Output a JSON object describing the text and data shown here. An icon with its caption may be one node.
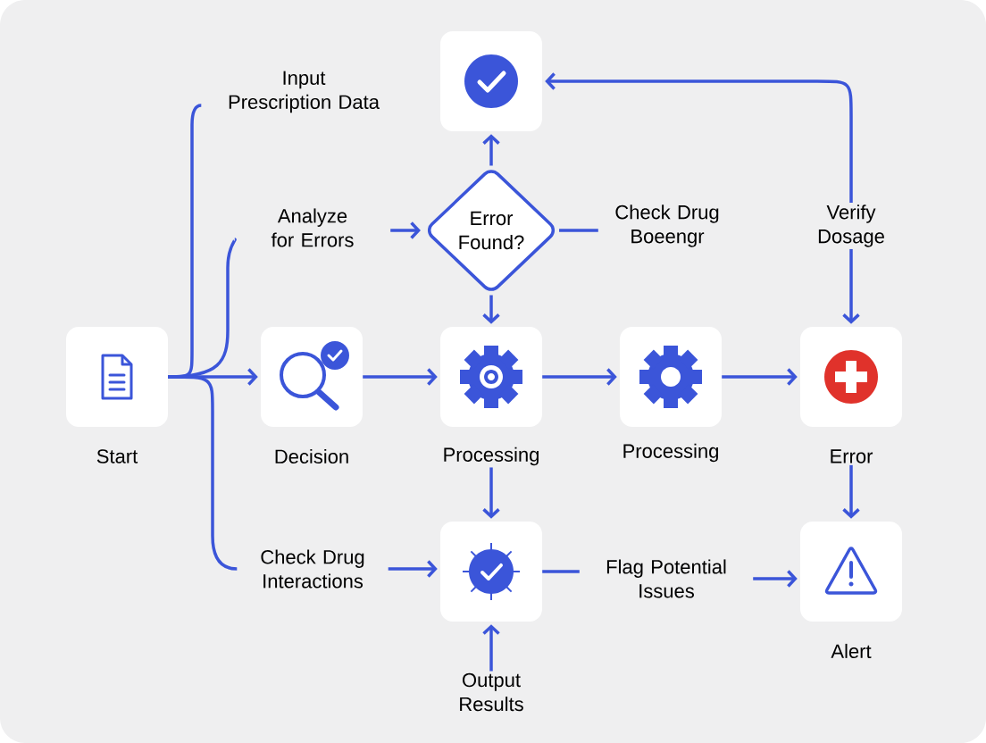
{
  "diagram": {
    "nodes": [
      {
        "text": [],
        "shape": "box"
      },
      {
        "text": [
          "Input Prescription Data"
        ]
      },
      {
        "text": [
          "Analyze for Errors"
        ]
      },
      {
        "text": [
          "Error Found?"
        ]
      },
      {
        "text": [
          "Check Drug Boeengr"
        ]
      },
      {
        "text": [
          "Verify Dosage"
        ]
      },
      {
        "text": [
          "Start"
        ]
      },
      {
        "text": [
          "Decision"
        ]
      },
      {
        "text": [
          "Processing"
        ]
      },
      {
        "text": [
          "Processing"
        ]
      },
      {
        "text": [
          "Error"
        ]
      },
      {
        "text": [
          "Check Drug Interactions"
        ]
      },
      {
        "text": [],
        "shape": "box"
      },
      {
        "text": [
          "Flag Potential Issues"
        ]
      },
      {
        "text": [
          "Alert"
        ]
      },
      {
        "text": [
          "Output Results"
        ]
      }
    ],
    "edges": [
      {
        "from": 6,
        "to": 1,
        "arrow": "none"
      },
      {
        "from": 6,
        "to": 2,
        "arrow": "none"
      },
      {
        "from": 6,
        "to": 7,
        "arrow": "to"
      },
      {
        "from": 6,
        "to": 11,
        "arrow": "none"
      },
      {
        "from": 2,
        "to": 3,
        "arrow": "to"
      },
      {
        "from": 3,
        "to": 0,
        "arrow": "to"
      },
      {
        "from": 3,
        "to": 8,
        "arrow": "to"
      },
      {
        "from": 3,
        "to": 4,
        "arrow": "none"
      },
      {
        "from": 5,
        "to": 0,
        "arrow": "to"
      },
      {
        "from": 5,
        "to": 10,
        "arrow": "to"
      },
      {
        "from": 7,
        "to": 8,
        "arrow": "to"
      },
      {
        "from": 8,
        "to": 9,
        "arrow": "to"
      },
      {
        "from": 9,
        "to": 10,
        "arrow": "to"
      },
      {
        "from": 8,
        "to": 12,
        "arrow": "to"
      },
      {
        "from": 10,
        "to": 14,
        "arrow": "to"
      },
      {
        "from": 11,
        "to": 12,
        "arrow": "to"
      },
      {
        "from": 12,
        "to": 13,
        "arrow": "none"
      },
      {
        "from": 13,
        "to": 14,
        "arrow": "to"
      },
      {
        "from": 15,
        "to": 12,
        "arrow": "to"
      }
    ]
  }
}
